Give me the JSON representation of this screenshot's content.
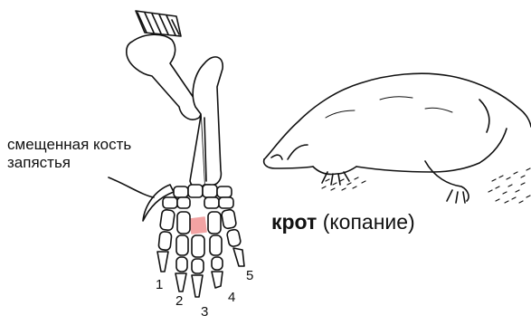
{
  "labels": {
    "displaced_bone_line1": "смещенная кость",
    "displaced_bone_line2": "запястья",
    "animal_name": "крот",
    "activity": "(копание)"
  },
  "digits": [
    "1",
    "2",
    "3",
    "4",
    "5"
  ],
  "colors": {
    "highlight_bone": "#f2a3a3",
    "outline": "#111111"
  }
}
